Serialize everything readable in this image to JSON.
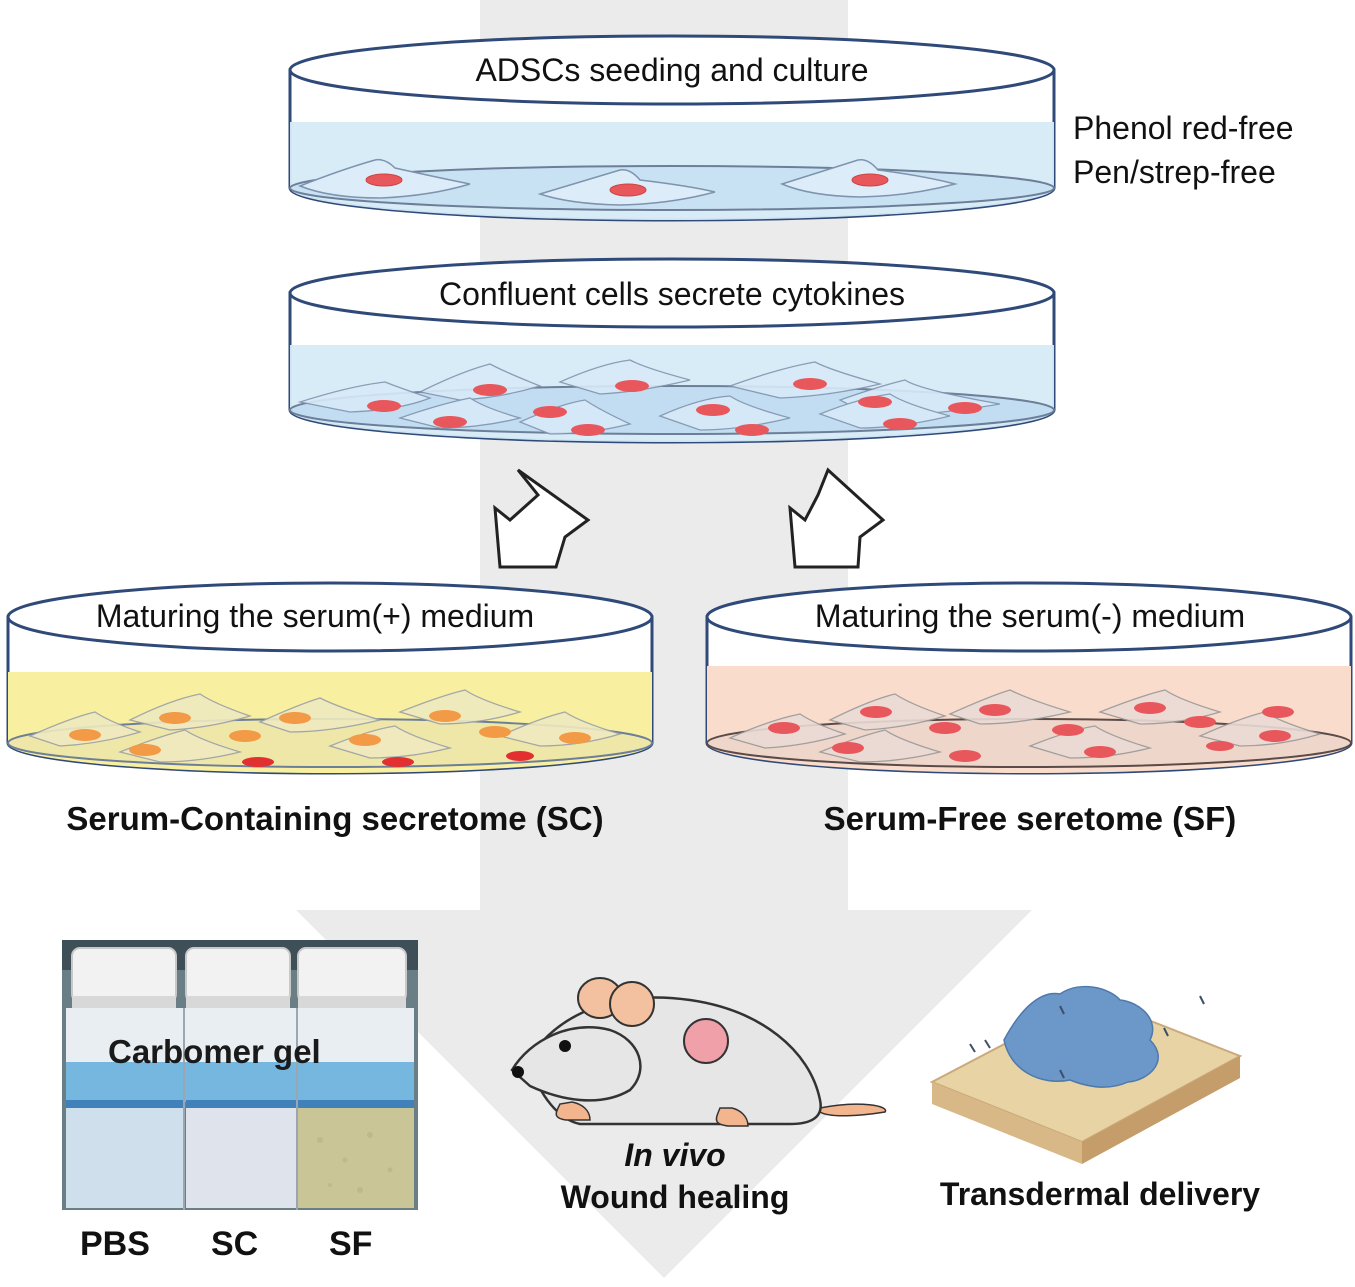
{
  "dishes": {
    "top": {
      "title": "ADSCs seeding and culture"
    },
    "second": {
      "title": "Confluent cells secrete cytokines"
    },
    "left": {
      "title": "Maturing the serum(+) medium",
      "caption": "Serum-Containing secretome (SC)"
    },
    "right": {
      "title": "Maturing the serum(-) medium",
      "caption": "Serum-Free seretome (SF)"
    }
  },
  "side_notes": [
    "Phenol red-free",
    "Pen/strep-free"
  ],
  "photo": {
    "gel_label": "Carbomer gel",
    "vials": [
      "PBS",
      "SC",
      "SF"
    ]
  },
  "mouse": {
    "caption_italic": "In vivo",
    "caption": "Wound healing"
  },
  "skin": {
    "caption": "Transdermal delivery"
  },
  "colors": {
    "flow_arrow": "#ebebeb",
    "dish_outline": "#2f4a79",
    "medium_blue": "#d6ebf8",
    "medium_serum_plus": "#f8efa0",
    "medium_serum_minus": "#f9dccb",
    "nucleus": "#e8575c",
    "nucleus_orange": "#f29a45",
    "gel_patch": "#6b98c8",
    "skin": "#e8d3a5"
  },
  "icons": [
    "open-arrow-icon",
    "mouse-icon",
    "skin-patch-icon",
    "vial-icon"
  ]
}
